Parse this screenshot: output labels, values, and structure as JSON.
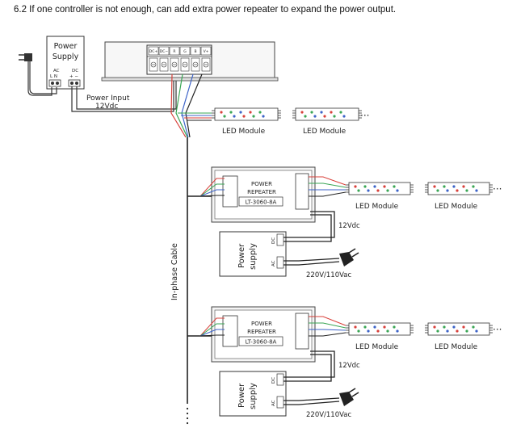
{
  "heading": "6.2 If one controller is not enough, can add extra power repeater to expand the power output.",
  "power_supply_top": {
    "line1": "Power",
    "line2": "Supply",
    "ac": "AC",
    "ac_pins": "L  N",
    "dc": "DC",
    "dc_pins": "+  −"
  },
  "power_input": {
    "line1": "Power Input",
    "line2": "12Vdc"
  },
  "controller_terminals": [
    "DC+",
    "DC−",
    "R",
    "G",
    "B",
    "V+"
  ],
  "led_module_label": "LED Module",
  "ellipsis": "···",
  "repeater": {
    "line1": "POWER",
    "line2": "REPEATER",
    "model": "LT-3060-8A"
  },
  "supply_box": {
    "line1": "Power",
    "line2": "supply",
    "dc": "DC",
    "ac": "AC"
  },
  "voltage_dc": "12Vdc",
  "voltage_ac": "220V/110Vac",
  "cable_label": "In-phase Cable",
  "colors": {
    "red": "#d8403a",
    "green": "#3aa655",
    "blue": "#3c63c8",
    "black": "#222222",
    "line": "#444444"
  }
}
